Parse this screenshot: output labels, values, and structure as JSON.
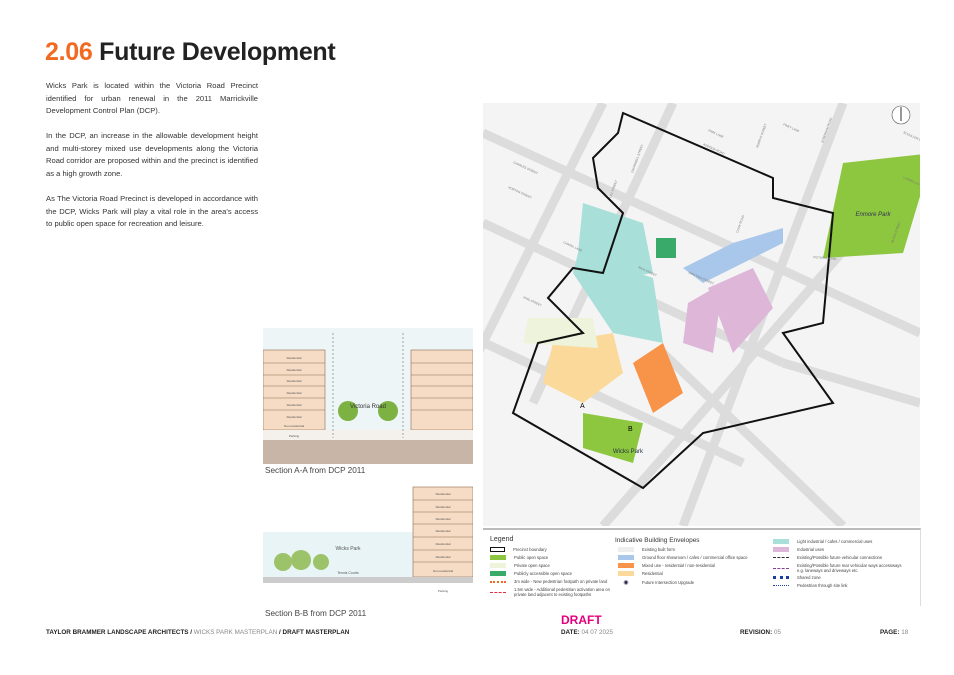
{
  "title": {
    "number": "2.06",
    "text": "Future Development"
  },
  "paragraphs": [
    "Wicks Park is located within the Victoria Road Precinct identified for urban renewal in the 2011 Marrickville Development Control Plan (DCP).",
    "In the DCP, an increase in the allowable development height and multi-storey mixed use developments along the Victoria Road corridor are proposed within and the precinct is identified as a high growth zone.",
    "As The Victoria Road Precinct is developed in accordance with the DCP, Wicks Park will play a vital role in the area's access to public open space for recreation and leisure."
  ],
  "section_a": {
    "caption": "Section A-A from DCP 2011",
    "road_label": "Victoria Road",
    "floor_labels": [
      "Residential",
      "Residential",
      "Residential",
      "Residential",
      "Residential",
      "Residential",
      "Non-residential",
      "Parking"
    ]
  },
  "section_b": {
    "caption": "Section B-B from DCP 2011",
    "park_label": "Wicks Park",
    "courts_label": "Tennis Courts",
    "floor_labels": [
      "Residential",
      "Residential",
      "Residential",
      "Residential",
      "Residential",
      "Residential",
      "Non-residential",
      "Parking"
    ]
  },
  "map": {
    "park_labels": {
      "enmore": "Enmore Park",
      "wicks": "Wicks Park"
    },
    "section_markers": [
      "A",
      "B"
    ],
    "streets": [
      "CHARLES STREET",
      "HORTON STREET",
      "CHAPEL LANE",
      "KING STREET",
      "VICTORIA ROAD",
      "ADDISON ROAD",
      "COOK ROAD",
      "SYDENHAM ROAD",
      "RICH STREET",
      "MURRAY STREET",
      "JUNCTION STREET",
      "LILY STREET",
      "CROMWELL STREET",
      "SCOULLER STREET",
      "LLEWELLYN STREET",
      "BLACK STREET",
      "PARK LANE",
      "FINEY LANE"
    ]
  },
  "legend": {
    "title": "Legend",
    "col1": [
      "Precinct boundary",
      "Public open space",
      "Private open space",
      "Publicly accessible open space",
      "3m wide - New pedestrian footpath on private land",
      "1.5m wide - Additional pedestrian activation area on private land adjacent to existing footpaths"
    ],
    "col2_title": "Indicative Building Envelopes",
    "col2": [
      "Existing built form",
      "Ground floor showroom / cafes / commercial office space",
      "Mixed use - residential / non-residential",
      "Residential",
      "Future Intersection Upgrade"
    ],
    "col3": [
      "Light industrial / cafes / commercial uses",
      "Industrial uses",
      "Existing/Possible future vehicular connections",
      "Existing/Possible future rear vehicular ways accessways e.g. laneways and driveways etc.",
      "Shared zone",
      "Pedestrian through site link"
    ],
    "colors": {
      "public_open": "#8dc63f",
      "private_open": "#eef3dc",
      "publicly_accessible": "#3aaa6b",
      "existing": "#eeeeee",
      "showroom": "#a9c7ea",
      "mixed": "#f7944a",
      "residential": "#fbd99a",
      "light_industrial": "#a8dfd9",
      "industrial": "#ddb6d8"
    }
  },
  "footer": {
    "firm": "TAYLOR BRAMMER LANDSCAPE ARCHITECTS",
    "project": "WICKS PARK MASTERPLAN",
    "doc": "DRAFT MASTERPLAN",
    "draft": "DRAFT",
    "date_label": "DATE:",
    "date": "04 07 2025",
    "revision_label": "REVISION:",
    "revision": "05",
    "page_label": "PAGE:",
    "page": "18"
  }
}
